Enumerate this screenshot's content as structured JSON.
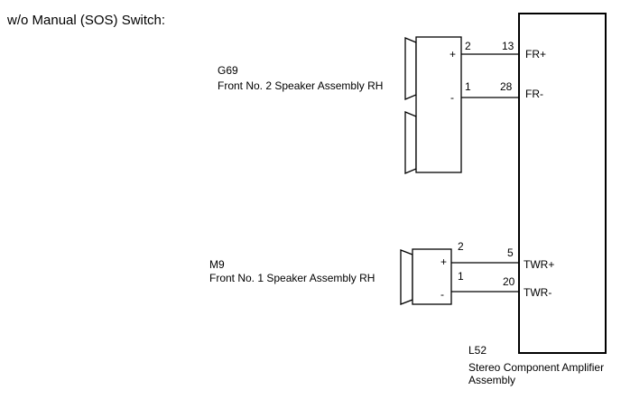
{
  "title": "w/o Manual (SOS) Switch:",
  "amplifier": {
    "code": "L52",
    "name_line1": "Stereo Component Amplifier",
    "name_line2": "Assembly",
    "terminals": [
      {
        "pin": "13",
        "signal": "FR+"
      },
      {
        "pin": "28",
        "signal": "FR-"
      },
      {
        "pin": "5",
        "signal": "TWR+"
      },
      {
        "pin": "20",
        "signal": "TWR-"
      }
    ]
  },
  "speakers": [
    {
      "code": "G69",
      "name": "Front No. 2 Speaker Assembly RH",
      "plus": "+",
      "minus": "-",
      "plus_pin": "2",
      "minus_pin": "1"
    },
    {
      "code": "M9",
      "name": "Front No. 1 Speaker Assembly RH",
      "plus": "+",
      "minus": "-",
      "plus_pin": "2",
      "minus_pin": "1"
    }
  ]
}
